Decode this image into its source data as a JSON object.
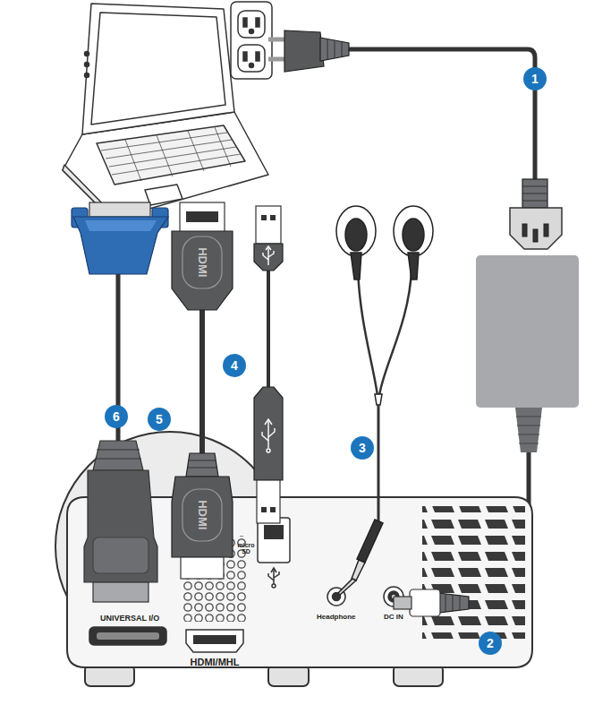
{
  "diagram": {
    "nodes": [
      {
        "text": [
          "1"
        ]
      },
      {
        "text": [
          "4"
        ]
      },
      {
        "text": [
          "6"
        ]
      },
      {
        "text": [
          "5"
        ]
      },
      {
        "text": [
          "3"
        ]
      },
      {
        "text": [
          "2"
        ]
      }
    ],
    "labels": [
      "HDMI",
      "micro SD",
      "HDMI",
      "UNIVERSAL I/O",
      "Headphone",
      "DC IN",
      "HDMI/MHL"
    ]
  }
}
